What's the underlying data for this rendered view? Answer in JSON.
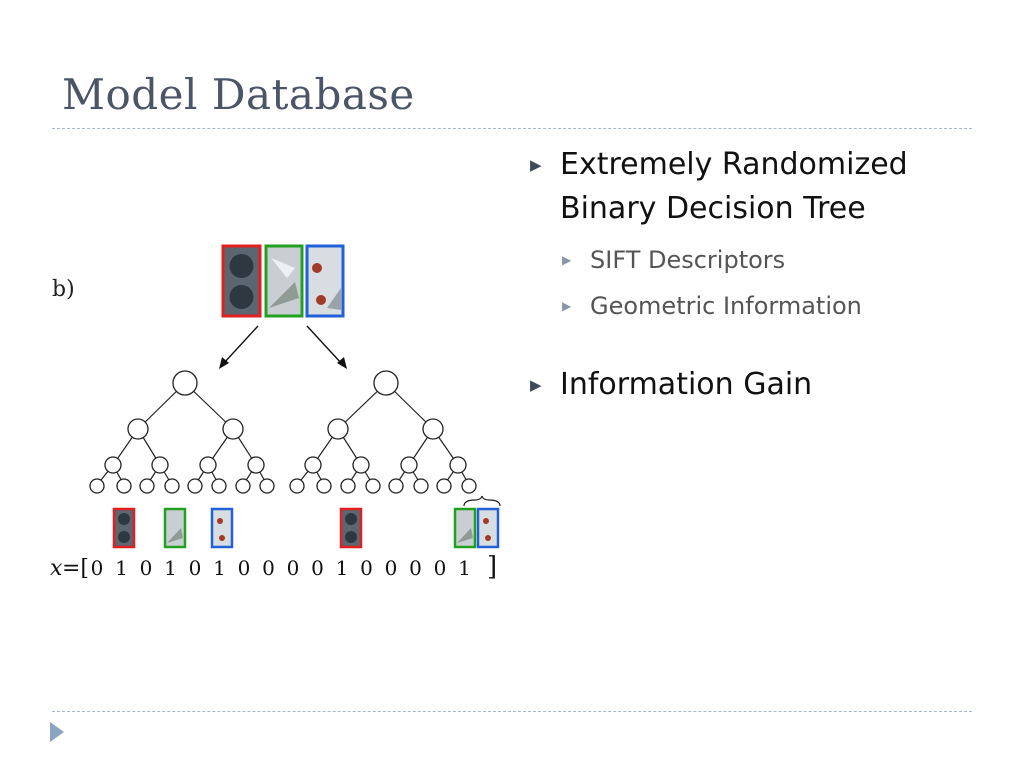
{
  "slide": {
    "title": "Model Database"
  },
  "bullets": [
    {
      "text": "Extremely Randomized Binary Decision Tree",
      "sub": [
        "SIFT Descriptors",
        "Geometric Information"
      ]
    },
    {
      "text": "Information Gain",
      "sub": []
    }
  ],
  "diagram": {
    "panel_label": "b)",
    "vector_label": "x",
    "vector_bits": [
      "0",
      "1",
      "0",
      "1",
      "0",
      "1",
      "0",
      "0",
      "0",
      "0",
      "1",
      "0",
      "0",
      "0",
      "0",
      "1"
    ],
    "colors": {
      "red": "#e02020",
      "green": "#22a022",
      "blue": "#2060d8"
    },
    "icons": [
      "tree-node-icon",
      "image-patch-icon",
      "arrow-icon"
    ]
  }
}
